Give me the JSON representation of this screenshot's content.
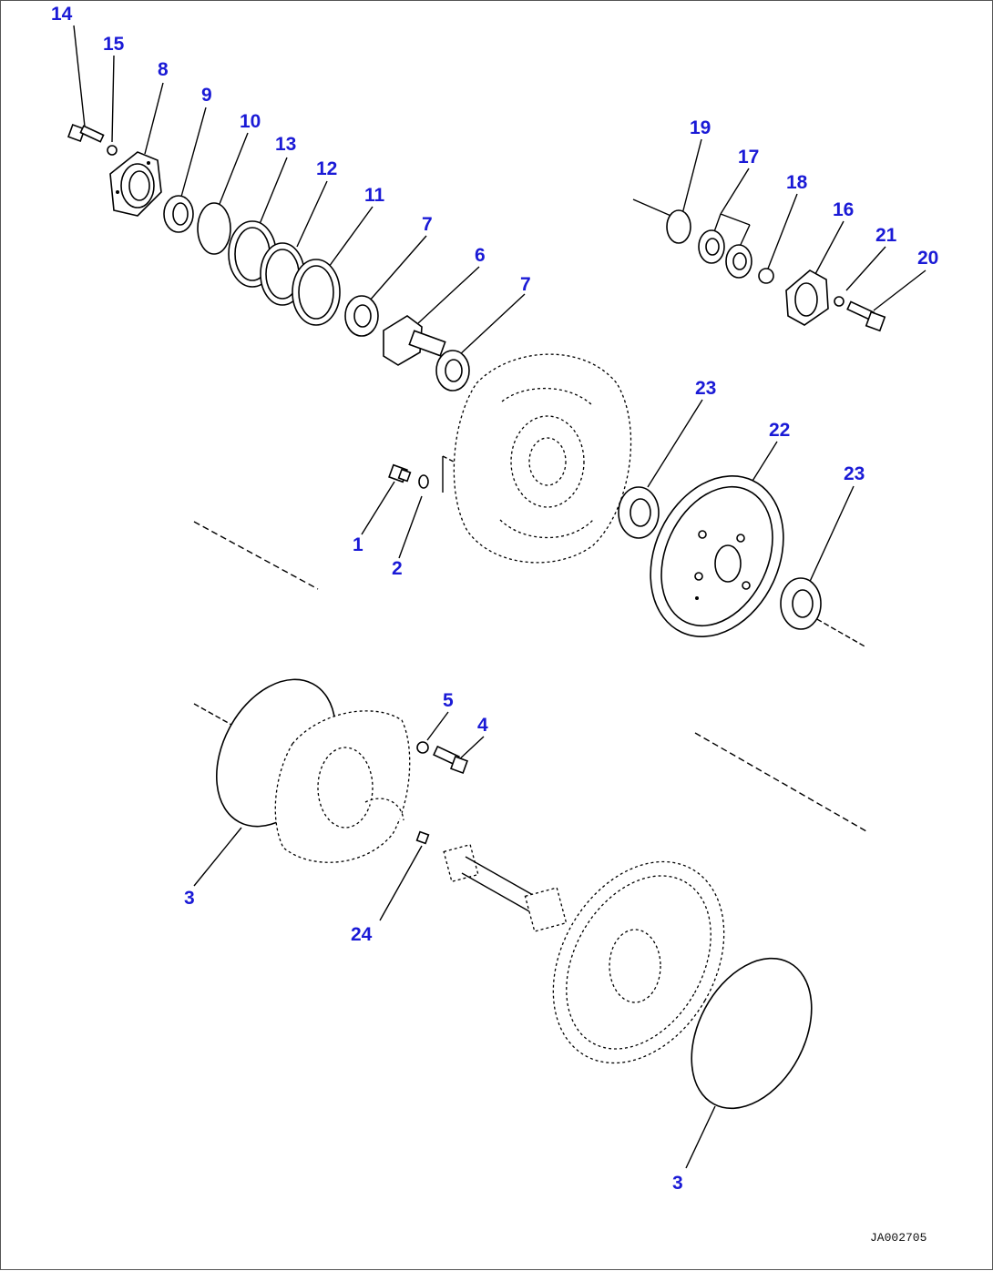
{
  "diagram": {
    "drawing_code": "JA002705",
    "callouts": [
      {
        "id": "c14",
        "text": "14"
      },
      {
        "id": "c15",
        "text": "15"
      },
      {
        "id": "c8",
        "text": "8"
      },
      {
        "id": "c9",
        "text": "9"
      },
      {
        "id": "c10",
        "text": "10"
      },
      {
        "id": "c13",
        "text": "13"
      },
      {
        "id": "c12",
        "text": "12"
      },
      {
        "id": "c11",
        "text": "11"
      },
      {
        "id": "c7a",
        "text": "7"
      },
      {
        "id": "c6",
        "text": "6"
      },
      {
        "id": "c7b",
        "text": "7"
      },
      {
        "id": "c19",
        "text": "19"
      },
      {
        "id": "c17",
        "text": "17"
      },
      {
        "id": "c18",
        "text": "18"
      },
      {
        "id": "c16",
        "text": "16"
      },
      {
        "id": "c21",
        "text": "21"
      },
      {
        "id": "c20",
        "text": "20"
      },
      {
        "id": "c23a",
        "text": "23"
      },
      {
        "id": "c22",
        "text": "22"
      },
      {
        "id": "c23b",
        "text": "23"
      },
      {
        "id": "c1",
        "text": "1"
      },
      {
        "id": "c2",
        "text": "2"
      },
      {
        "id": "c5",
        "text": "5"
      },
      {
        "id": "c4",
        "text": "4"
      },
      {
        "id": "c3a",
        "text": "3"
      },
      {
        "id": "c24",
        "text": "24"
      },
      {
        "id": "c3b",
        "text": "3"
      }
    ]
  }
}
